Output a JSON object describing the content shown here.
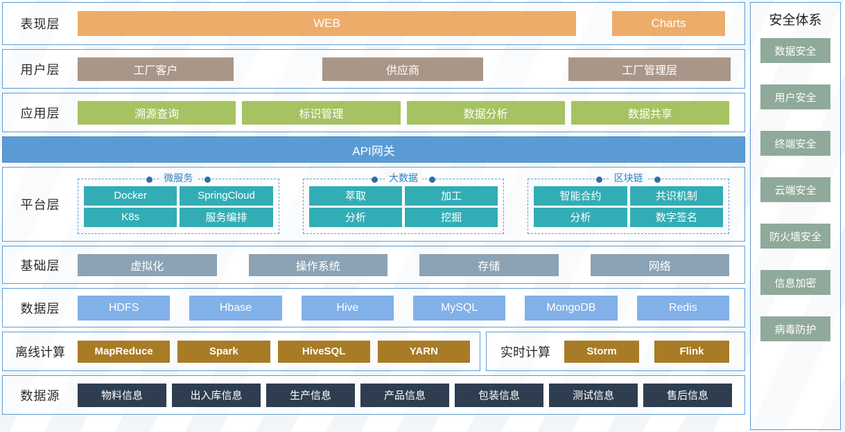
{
  "layers": {
    "presentation": {
      "label": "表现层",
      "items": [
        {
          "text": "WEB"
        },
        {
          "text": "Charts"
        }
      ],
      "color": "#eeac6b"
    },
    "user": {
      "label": "用户层",
      "items": [
        {
          "text": "工厂客户"
        },
        {
          "text": "供应商"
        },
        {
          "text": "工厂管理层"
        }
      ],
      "color": "#a89688"
    },
    "application": {
      "label": "应用层",
      "items": [
        {
          "text": "溯源查询"
        },
        {
          "text": "标识管理"
        },
        {
          "text": "数据分析"
        },
        {
          "text": "数据共享"
        }
      ],
      "color": "#a6c262"
    },
    "gateway": {
      "label": "API网关",
      "color": "#5b9bd5"
    },
    "platform": {
      "label": "平台层",
      "color": "#33adb5",
      "groups": [
        {
          "title": "微服务",
          "rows": [
            [
              "Docker",
              "SpringCloud"
            ],
            [
              "K8s",
              "服务编排"
            ]
          ]
        },
        {
          "title": "大数据",
          "rows": [
            [
              "萃取",
              "加工"
            ],
            [
              "分析",
              "挖掘"
            ]
          ]
        },
        {
          "title": "区块链",
          "rows": [
            [
              "智能合约",
              "共识机制"
            ],
            [
              "分析",
              "数字签名"
            ]
          ]
        }
      ]
    },
    "infrastructure": {
      "label": "基础层",
      "items": [
        {
          "text": "虚拟化"
        },
        {
          "text": "操作系统"
        },
        {
          "text": "存储"
        },
        {
          "text": "网络"
        }
      ],
      "color": "#8ba3b4"
    },
    "data": {
      "label": "数据层",
      "items": [
        {
          "text": "HDFS"
        },
        {
          "text": "Hbase"
        },
        {
          "text": "Hive"
        },
        {
          "text": "MySQL"
        },
        {
          "text": "MongoDB"
        },
        {
          "text": "Redis"
        }
      ],
      "color": "#82b0e8"
    },
    "offline_compute": {
      "label": "离线计算",
      "items": [
        {
          "text": "MapReduce"
        },
        {
          "text": "Spark"
        },
        {
          "text": "HiveSQL"
        },
        {
          "text": "YARN"
        }
      ],
      "color": "#a87b26"
    },
    "realtime_compute": {
      "label": "实时计算",
      "items": [
        {
          "text": "Storm"
        },
        {
          "text": "Flink"
        }
      ],
      "color": "#a87b26"
    },
    "data_source": {
      "label": "数据源",
      "items": [
        {
          "text": "物料信息"
        },
        {
          "text": "出入库信息"
        },
        {
          "text": "生产信息"
        },
        {
          "text": "产品信息"
        },
        {
          "text": "包装信息"
        },
        {
          "text": "测试信息"
        },
        {
          "text": "售后信息"
        }
      ],
      "color": "#2e3e50"
    }
  },
  "security": {
    "title": "安全体系",
    "color": "#8faa9b",
    "items": [
      {
        "text": "数据安全"
      },
      {
        "text": "用户安全"
      },
      {
        "text": "终端安全"
      },
      {
        "text": "云端安全"
      },
      {
        "text": "防火墙安全"
      },
      {
        "text": "信息加密"
      },
      {
        "text": "病毒防护"
      }
    ]
  },
  "theme": {
    "border": "#5b9bd5",
    "text_dark": "#2b2b2b",
    "group_label": "#2f80c4"
  }
}
